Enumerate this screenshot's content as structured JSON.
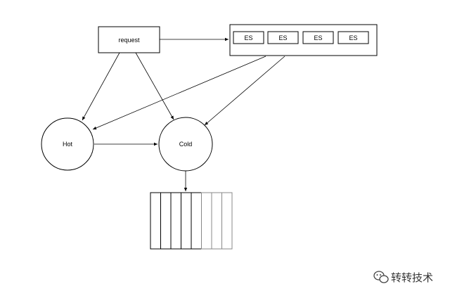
{
  "diagram": {
    "request_label": "request",
    "es_nodes": [
      "ES",
      "ES",
      "ES",
      "ES"
    ],
    "hot_label": "Hot",
    "cold_label": "Cold",
    "queue_slot_count": 8
  },
  "watermark": {
    "text": "转转技术",
    "icon": "wechat-logo-icon"
  }
}
